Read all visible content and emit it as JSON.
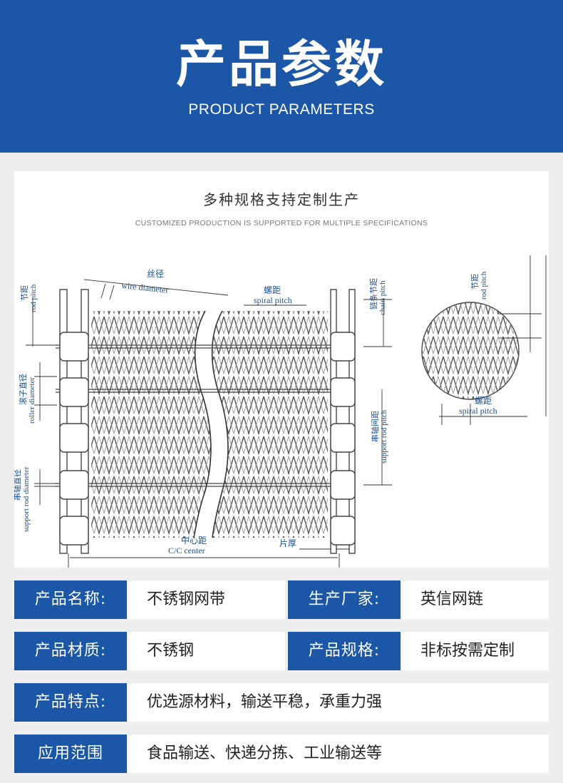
{
  "header": {
    "title": "产品参数",
    "subtitle": "PRODUCT PARAMETERS",
    "bg_color": "#1c56a6"
  },
  "diagram": {
    "title": "多种规格支持定制生产",
    "subtitle": "CUSTOMIZED PRODUCTION IS SUPPORTED FOR MULTIPLE SPECIFICATIONS",
    "labels": {
      "wire_cn": "丝径",
      "wire_en": "wire diameter",
      "spiral_cn": "螺距",
      "spiral_en": "spiral pitch",
      "rod_cn": "节距",
      "rod_en": "rod pitch",
      "chain_cn": "链条节距",
      "chain_en": "chain pitch",
      "roller_cn": "滚子直径",
      "roller_en": "roller diameter",
      "support_dia_cn": "串轴直径",
      "support_dia_en": "support rod diameter",
      "support_pitch_cn": "串轴间距",
      "support_pitch_en": "support rod pitch",
      "center_cn": "中心距",
      "center_en": "C/C center",
      "thickness_cn": "片厚",
      "detail_rod_cn": "节距",
      "detail_rod_en": "rod pitch",
      "detail_spiral_cn": "螺距",
      "detail_spiral_en": "spiral pitch"
    }
  },
  "params": [
    {
      "label": "产品名称:",
      "value": "不锈钢网带"
    },
    {
      "label": "生产厂家:",
      "value": "英信网链"
    },
    {
      "label": "产品材质:",
      "value": "不锈钢"
    },
    {
      "label": "产品规格:",
      "value": "非标按需定制"
    },
    {
      "label": "产品特点:",
      "value": "优选源材料，输送平稳，承重力强"
    },
    {
      "label": "应用范围",
      "value": "食品输送、快递分拣、工业输送等"
    }
  ]
}
